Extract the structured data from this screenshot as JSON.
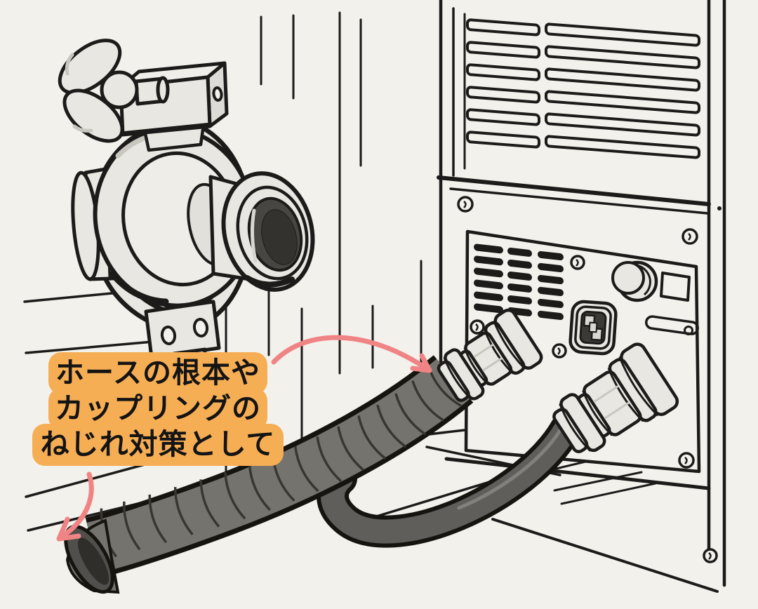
{
  "scene": {
    "kind": "hand-drawn instructional illustration",
    "subject": "two hoses with quick couplings on the back panel of a machine, a wing-nut clamp coupling fitting at top left, annotation arrows pointing at the hose root and the hose end"
  },
  "palette": {
    "background": "#F2F1EC",
    "ink": "#1C1B19",
    "metal": "#E9E7E1",
    "metal_light": "#F0EEE8",
    "metal_shade": "#DDDBD5",
    "hose_corrugated": "#75736E",
    "hose_smooth": "#605E5B",
    "hose_interior": "#514F4B",
    "arrow_pink": "#F08484",
    "callout_orange": "#F6AE55",
    "callout_text": "#141414"
  },
  "callout": {
    "lines": [
      "ホースの根本や",
      "カップリングの",
      "ねじれ対策として"
    ]
  },
  "objects": {
    "clamp_coupling": "wing-nut clamp coupling fitting",
    "machine": "machine back panel with vent grilles, screws, knob and connector",
    "coupling_left": "hose coupling (corrugated hose)",
    "coupling_right": "hose coupling (smooth hose)",
    "corrugated_hose": "corrugated flexible hose with open end",
    "smooth_hose": "smooth rubber hose loop",
    "arrow_1": "arrow pointing at hose root / coupling",
    "arrow_2": "arrow pointing down toward hose end"
  }
}
